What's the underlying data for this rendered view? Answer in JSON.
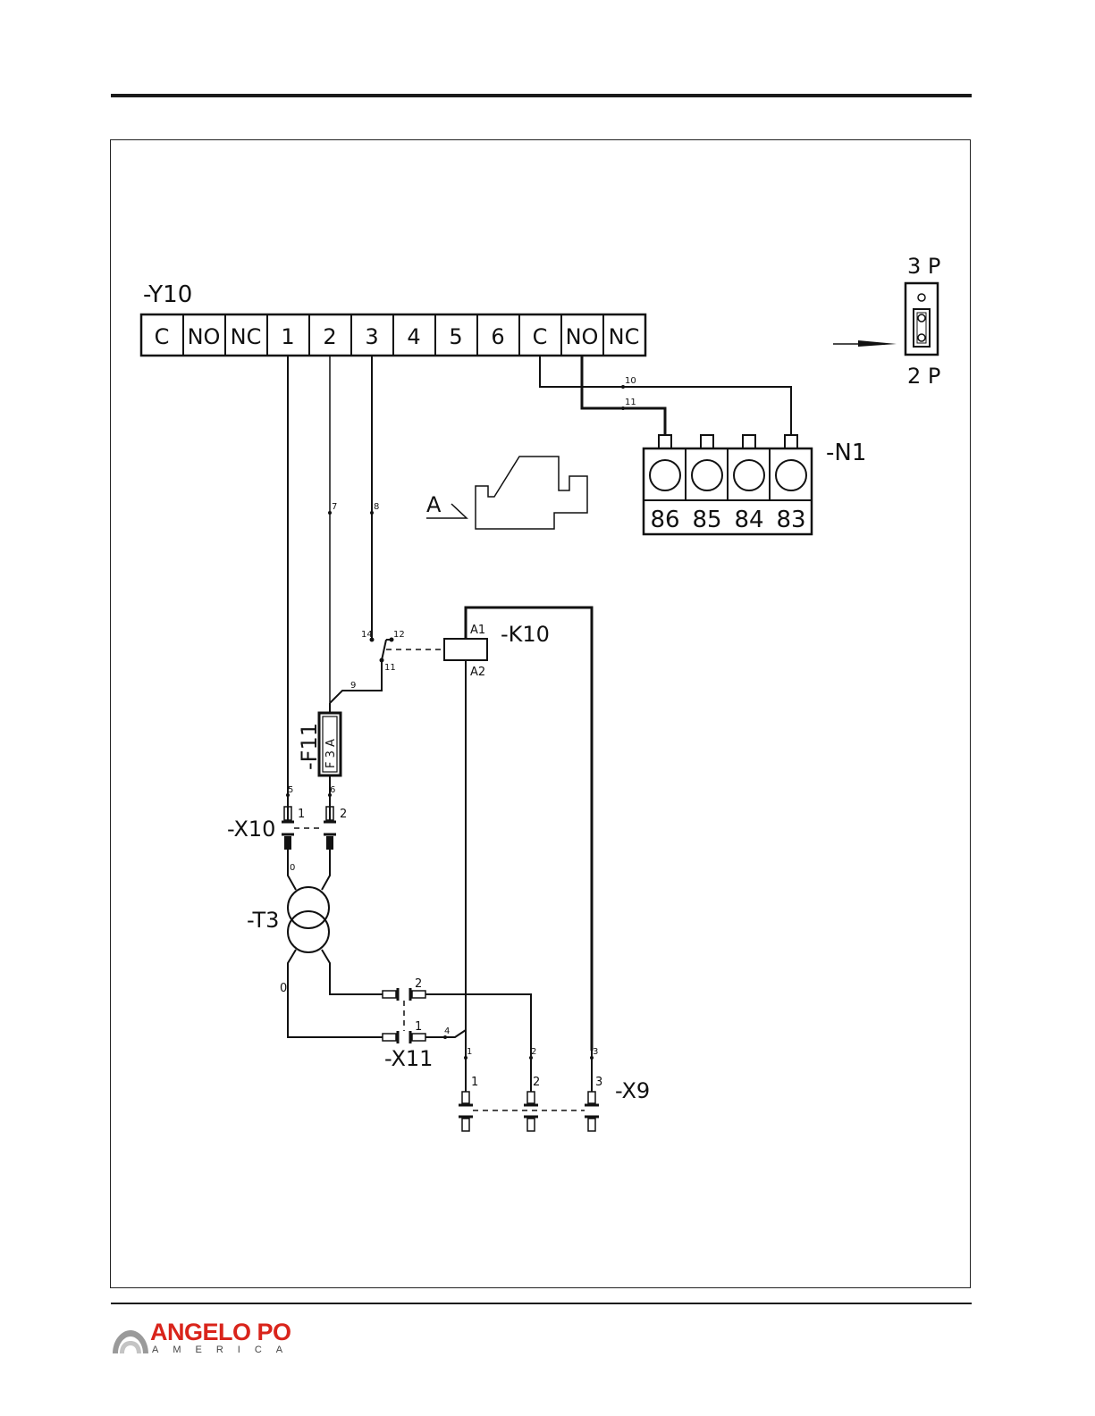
{
  "terminal_block": {
    "label": "-Y10",
    "cells": [
      "C",
      "NO",
      "NC",
      "1",
      "2",
      "3",
      "4",
      "5",
      "6",
      "C",
      "NO",
      "NC"
    ]
  },
  "jumper": {
    "top": "3 P",
    "bottom": "2 P"
  },
  "module": {
    "label": "-N1",
    "pins": [
      "86",
      "85",
      "84",
      "83"
    ]
  },
  "view_label": "A",
  "relay": {
    "label": "-K10",
    "a1": "A1",
    "a2": "A2",
    "c14": "14",
    "c12": "12",
    "c11": "11"
  },
  "fuse": {
    "label": "-F11",
    "rating": "F 3 A"
  },
  "connector_x10": {
    "label": "-X10",
    "p1": "1",
    "p2": "2"
  },
  "transformer": {
    "label": "-T3",
    "top0": "0",
    "bot0": "0"
  },
  "connector_x11": {
    "label": "-X11",
    "p1": "1",
    "p2": "2"
  },
  "connector_x9": {
    "label": "-X9",
    "p1": "1",
    "p2": "2",
    "p3": "3",
    "w1": "1",
    "w2": "2",
    "w3": "3"
  },
  "wires": {
    "w4": "4",
    "w5": "5",
    "w6": "6",
    "w7": "7",
    "w8": "8",
    "w9": "9",
    "w10": "10",
    "w11": "11"
  },
  "footer": {
    "brand": "ANGELO PO",
    "sub": "AMERICA"
  },
  "colors": {
    "brand_red": "#d9241b",
    "line": "#111111"
  }
}
